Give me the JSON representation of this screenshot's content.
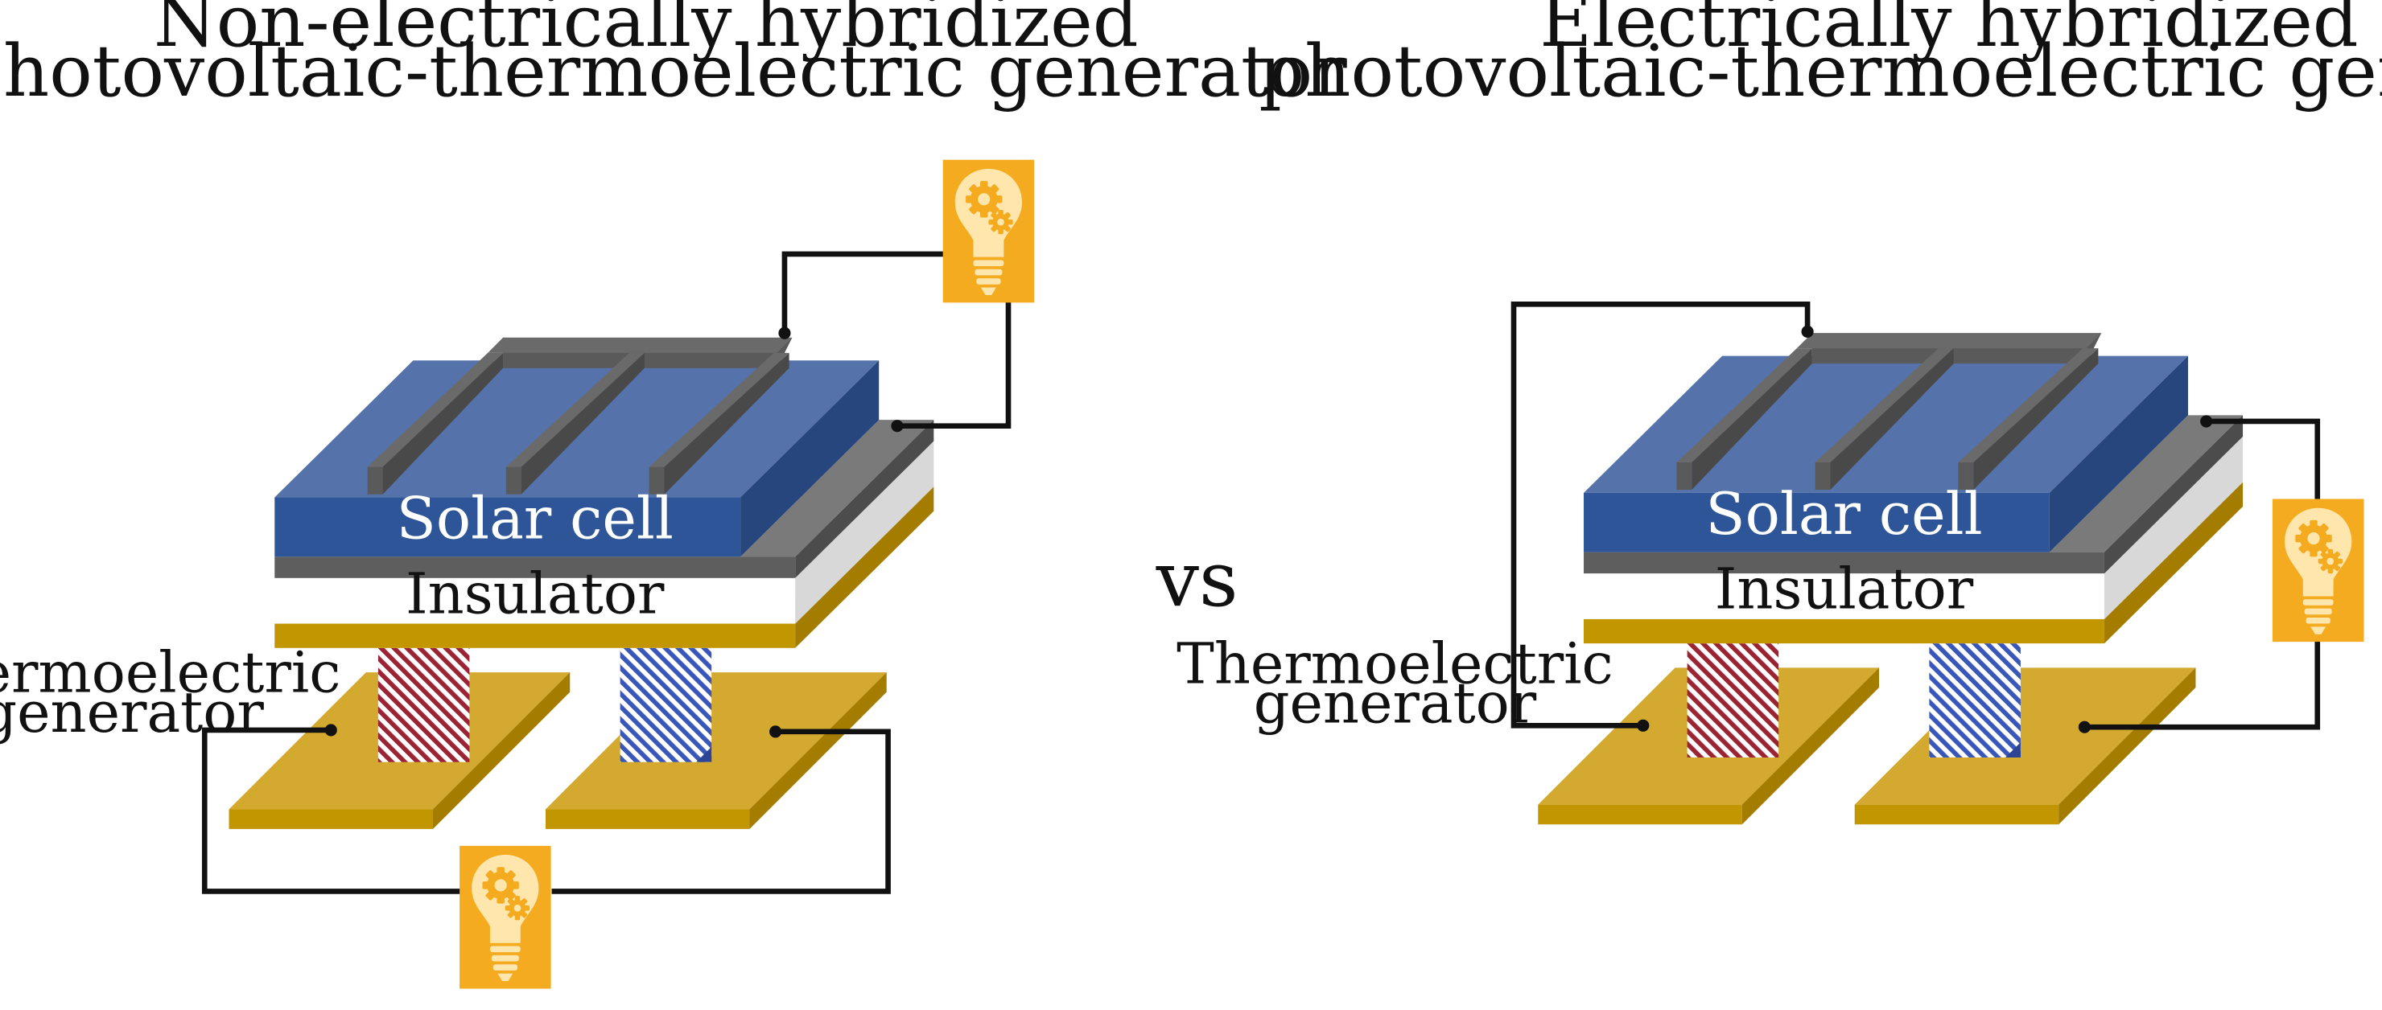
{
  "left": {
    "title_line1": "Non-electrically hybridized",
    "title_line2": "photovoltaic-thermoelectric generator",
    "solar_label": "Solar cell",
    "insulator_label": "Insulator",
    "teg_line1": "Thermoelectric",
    "teg_line2": "generator"
  },
  "right": {
    "title_line1": "Electrically hybridized",
    "title_line2": "photovoltaic-thermoelectric generator",
    "solar_label": "Solar cell",
    "insulator_label": "Insulator",
    "teg_line1": "Thermoelectric",
    "teg_line2": "generator"
  },
  "vs_label": "vs",
  "colors": {
    "solar_front": "#2e5597",
    "solar_top": "#5573aa",
    "solar_side": "#27467d",
    "bar_top": "#6a6a6a",
    "bar_side": "#494949",
    "electrode_top": "#7a7a7a",
    "electrode_front": "#5e5e5e",
    "insulator_front": "#ffffff",
    "insulator_side": "#d8d8d8",
    "copper_top": "#d4a92f",
    "copper_front": "#c19600",
    "copper_side": "#a37c00",
    "p_leg": "#9b2335",
    "n_leg": "#3a56b8",
    "bulb_bg": "#f4ab1f",
    "bulb_light": "#ffe6ad"
  },
  "icons": [
    "lightbulb-gear-icon"
  ]
}
